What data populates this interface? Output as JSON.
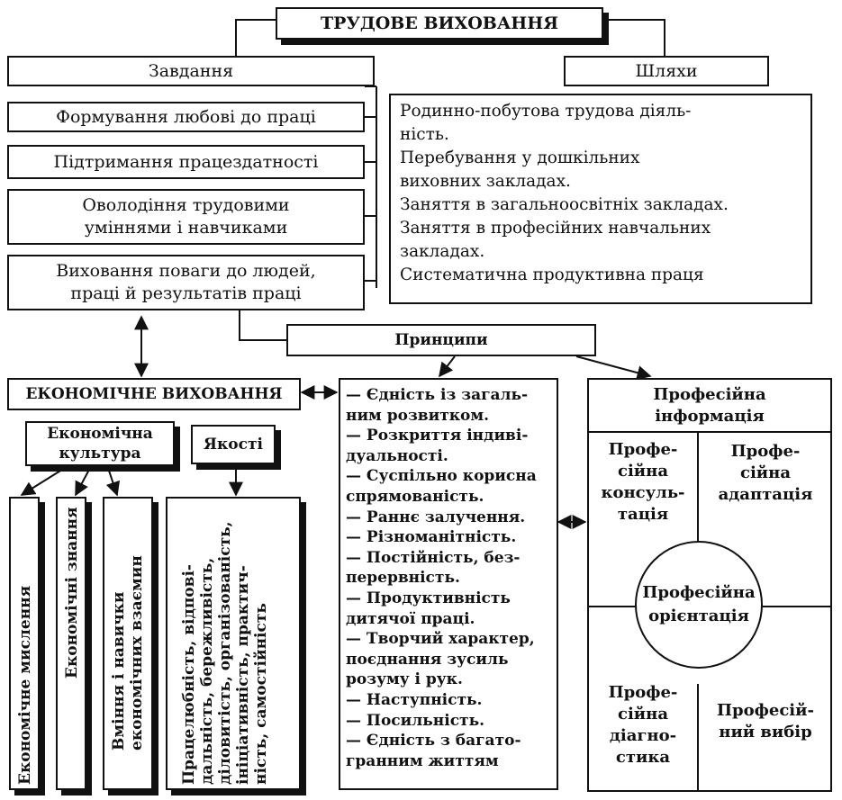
{
  "title": "ТРУДОВЕ ВИХОВАННЯ",
  "tasks": {
    "header": "Завдання",
    "items": [
      "Формування любові до праці",
      "Підтримання працездатності",
      [
        "Оволодіння трудовими",
        "уміннями і навчиками"
      ],
      [
        "Виховання поваги до людей,",
        "праці й результатів праці"
      ]
    ]
  },
  "ways": {
    "header": "Шляхи",
    "lines": [
      "Родинно-побутова трудова діяль-",
      "ність.",
      "Перебування у дошкільних",
      "виховних закладах.",
      "Заняття в загальноосвітніх закладах.",
      "Заняття в професійних навчальних",
      "закладах.",
      "Систематична продуктивна праця"
    ]
  },
  "principles": {
    "header": "Принципи",
    "lines": [
      "— Єдність із загаль-",
      "ним  розвитком.",
      "— Розкриття індиві-",
      "дуальності.",
      "— Суспільно корисна",
      "спрямованість.",
      "— Раннє  залучення.",
      "— Різноманітність.",
      "— Постійність, без-",
      "перервність.",
      "— Продуктивність",
      "дитячої праці.",
      "— Творчий характер,",
      "поєднання зусиль",
      "розуму і рук.",
      "— Наступність.",
      "— Посильність.",
      "— Єдність з багато-",
      "гранним  життям"
    ]
  },
  "economic": {
    "header": "ЕКОНОМІЧНЕ ВИХОВАННЯ",
    "culture": [
      "Економічна",
      "культура"
    ],
    "qualities": "Якості",
    "columns": [
      [
        "Економічне мислення"
      ],
      [
        "Економічні знання"
      ],
      [
        "Вміння і навички",
        "економічних взаємин"
      ],
      [
        "Працелюбність, відпові-",
        "дальність, бережливість,",
        "діловитість, організованість,",
        "ініціативність, практич-",
        "ність, самостійність"
      ]
    ]
  },
  "professional": {
    "header": [
      "Професійна",
      "інформація"
    ],
    "consult": [
      "Профе-",
      "сійна",
      "консуль-",
      "тація"
    ],
    "adapt": [
      "Профе-",
      "сійна",
      "адаптація"
    ],
    "center": [
      "Професійна",
      "орієнтація"
    ],
    "diag": [
      "Профе-",
      "сійна",
      "діагно-",
      "стика"
    ],
    "choice": [
      "Професій-",
      "ний вибір"
    ]
  }
}
